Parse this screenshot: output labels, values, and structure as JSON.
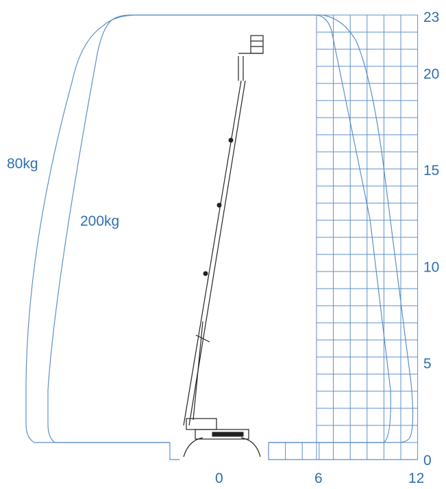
{
  "diagram": {
    "y_axis": {
      "ticks": [
        "23",
        "20",
        "15",
        "10",
        "5",
        "0"
      ],
      "values": [
        23,
        20,
        15,
        10,
        5,
        0
      ]
    },
    "x_axis": {
      "ticks": [
        "0",
        "6",
        "12"
      ],
      "values": [
        0,
        6,
        12
      ]
    },
    "loads": {
      "outer_label": "80kg",
      "inner_label": "200kg"
    },
    "colors": {
      "grid": "#5b8fc9",
      "labels": "#2e6fb0",
      "machine": "#222222"
    }
  }
}
